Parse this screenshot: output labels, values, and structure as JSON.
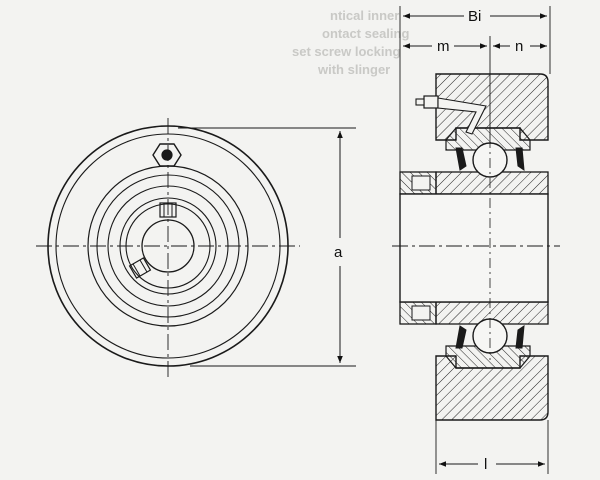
{
  "dimensions": {
    "bi": "Bi",
    "m": "m",
    "n": "n",
    "a": "a",
    "l": "l"
  },
  "faint_text": {
    "line1": "ntical inner",
    "line2": "ontact sealing",
    "line3": "set screw locking",
    "line4": "with slinger"
  },
  "colors": {
    "ink": "#1a1a1a",
    "paper": "#f3f3f1",
    "ghost": "#c9c9c6"
  }
}
